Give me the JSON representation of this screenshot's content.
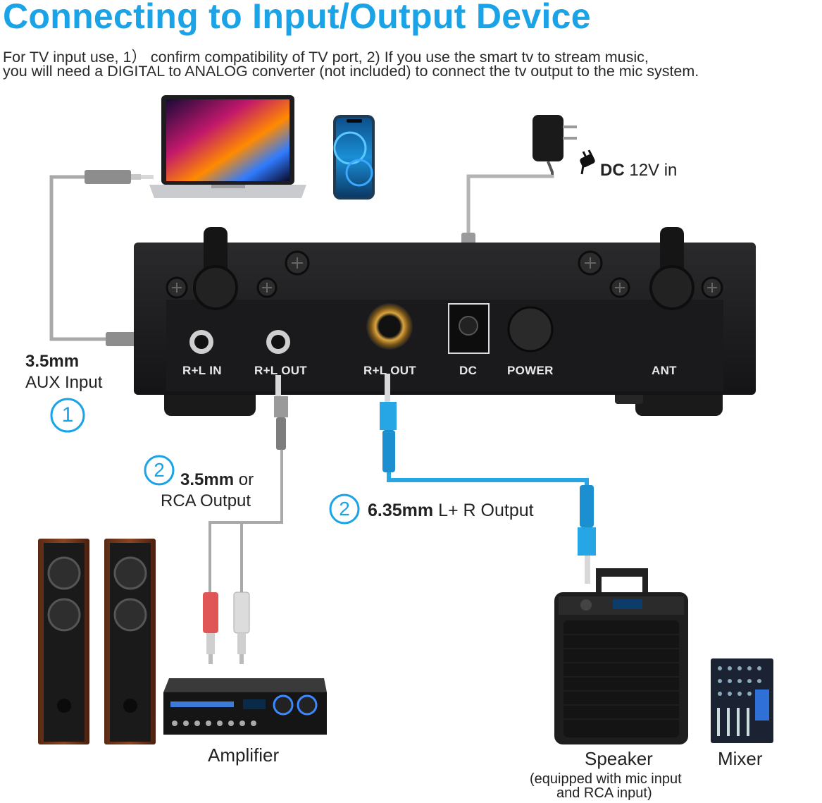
{
  "heading": "Connecting to Input/Output Device",
  "intro": {
    "line1": "For TV input use, 1） confirm compatibility of TV port, 2) If you use the smart tv to stream music,",
    "line2": "you will need a DIGITAL to ANALOG converter (not included) to connect the tv output to the mic system."
  },
  "power_label": {
    "bold": "DC",
    "rest": " 12V in"
  },
  "ports": {
    "rl_in": "R+L IN",
    "rl_out_35": "R+L OUT",
    "rl_out_635": "R+L OUT",
    "dc": "DC",
    "power": "POWER",
    "ant": "ANT"
  },
  "callouts": {
    "aux": {
      "number": "1",
      "bold": "3.5mm",
      "rest": "AUX Input"
    },
    "rca": {
      "number": "2",
      "bold": "3.5mm",
      "mid": " or",
      "rest": "RCA Output"
    },
    "jack635": {
      "number": "2",
      "bold": "6.35mm",
      "rest": " L+ R Output"
    }
  },
  "devices": {
    "amplifier": "Amplifier",
    "speaker": "Speaker",
    "speaker_note_1": "(equipped with mic input",
    "speaker_note_2": "and RCA input)",
    "mixer": "Mixer"
  },
  "colors": {
    "accent": "#1aa3e6",
    "blue_cable": "#27a6e6",
    "receiver_body": "#1c1c1e",
    "rca_red": "#e05656",
    "rca_white": "#dcdcdc"
  }
}
